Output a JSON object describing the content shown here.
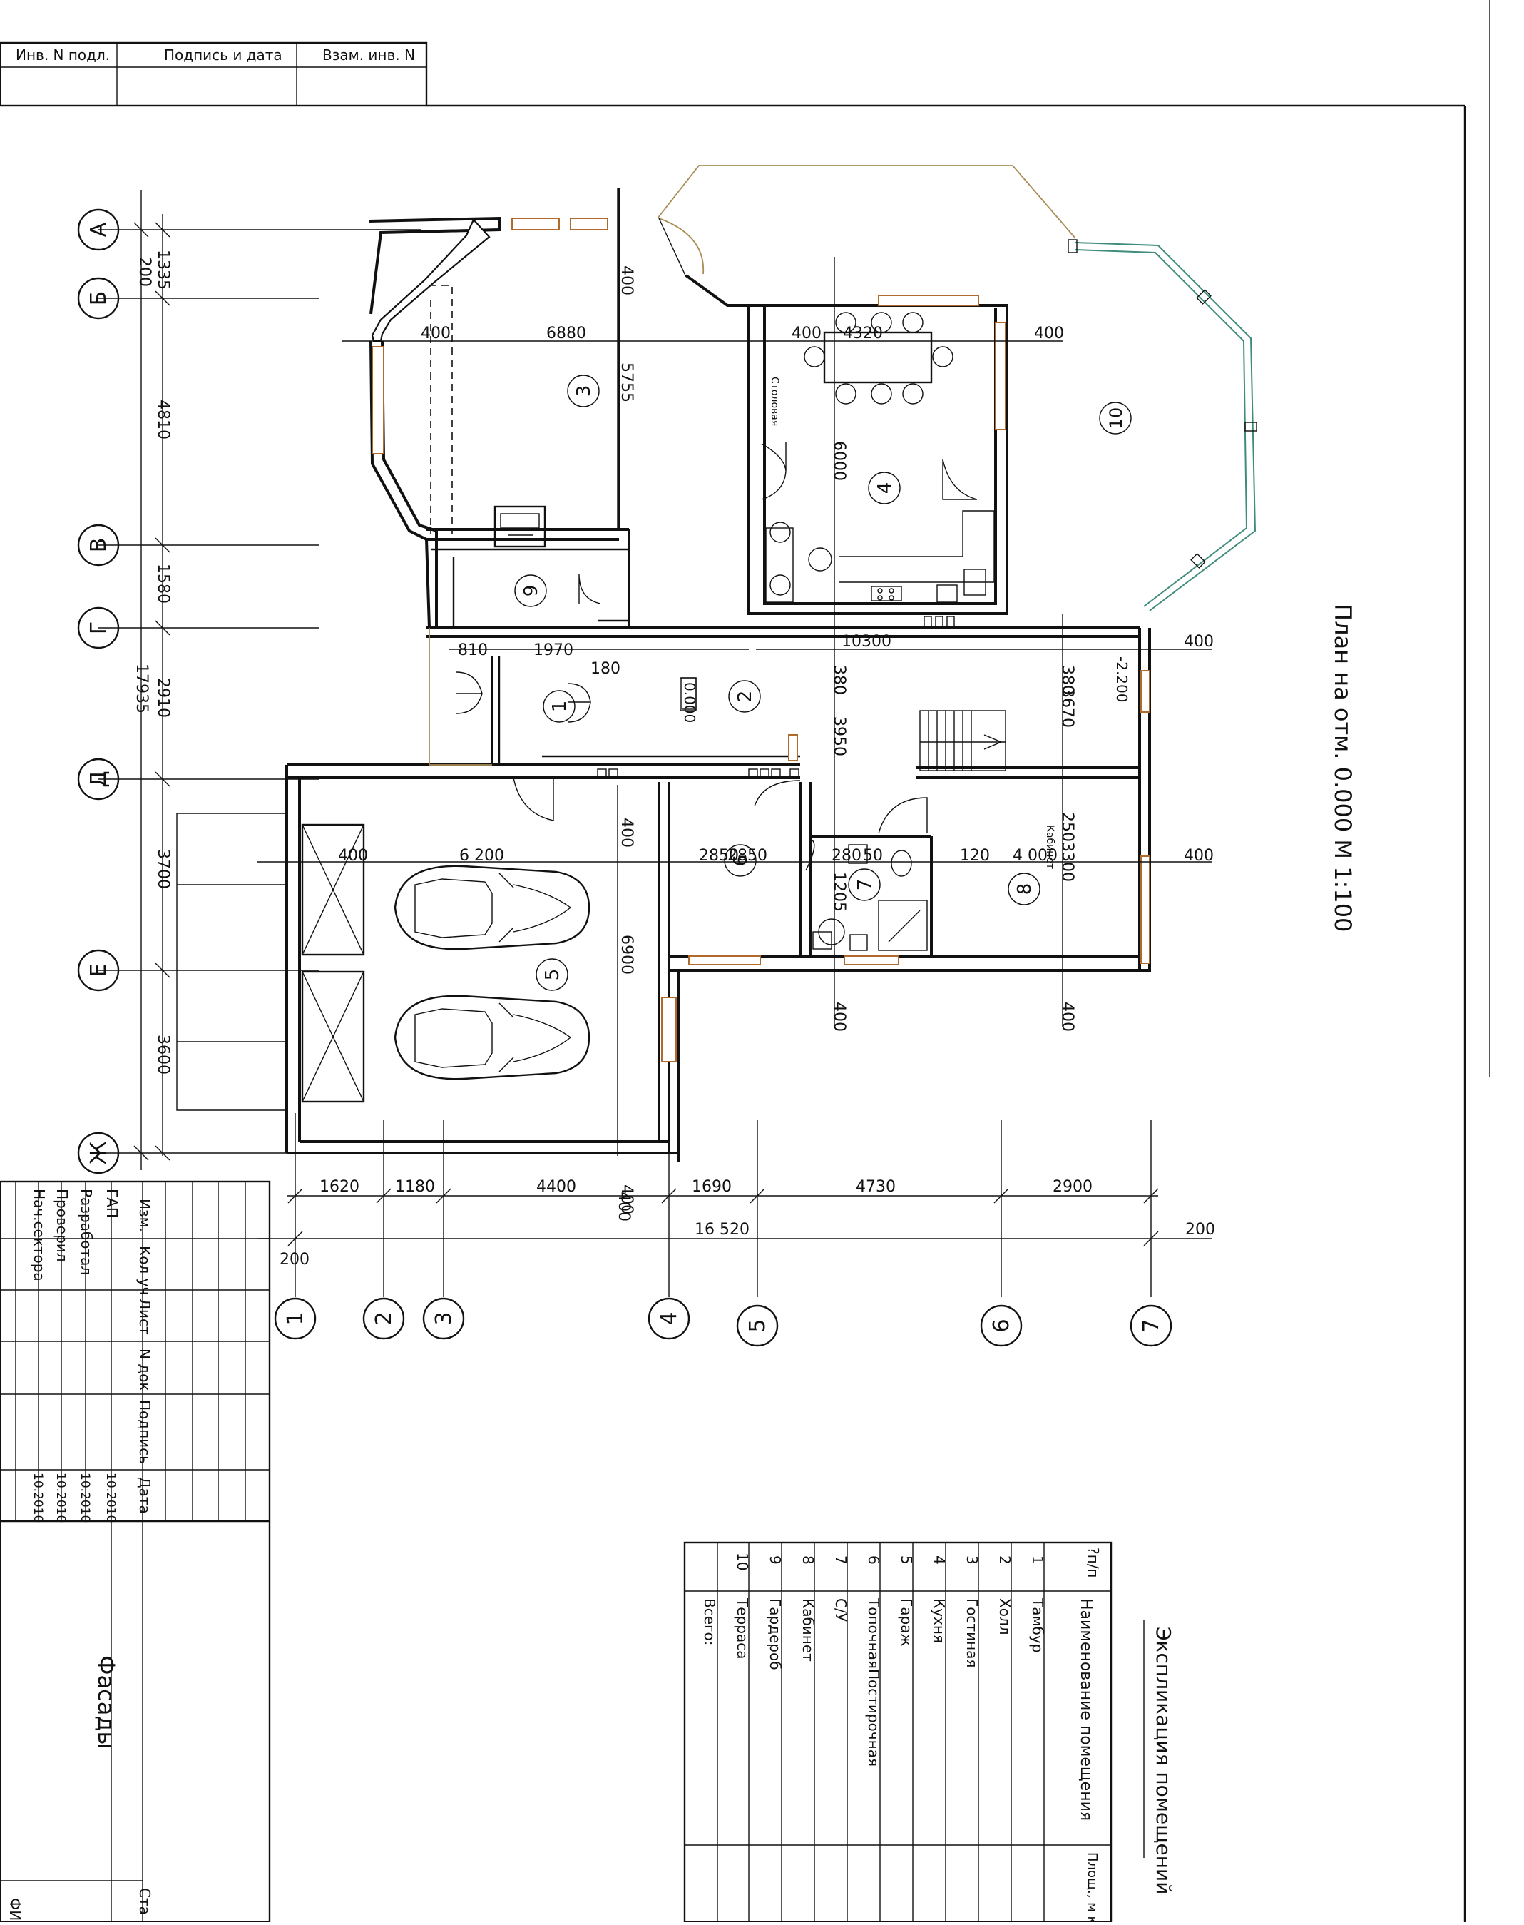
{
  "stamp_top": {
    "c1": "Инв. N подл.",
    "c2": "Подпись и дата",
    "c3": "Взам. инв. N"
  },
  "plan_title": "План на отм. 0.000 М 1:100",
  "grid_letters": [
    "А",
    "Б",
    "В",
    "Г",
    "Д",
    "Е",
    "Ж"
  ],
  "grid_numbers": [
    "1",
    "2",
    "3",
    "4",
    "5",
    "6",
    "7"
  ],
  "left_dims": [
    "1335",
    "200",
    "4810",
    "1580",
    "17935",
    "2910",
    "3700",
    "3600"
  ],
  "bottom_dims": [
    "1620",
    "1180",
    "4400",
    "1690",
    "4730",
    "2900",
    "16 520",
    "200",
    "200",
    "400"
  ],
  "interior_dims": [
    "400",
    "6880",
    "5755",
    "400",
    "4320",
    "400",
    "400",
    "6000",
    "10300",
    "400",
    "810",
    "1970",
    "180",
    "380",
    "3950",
    "380",
    "3670",
    "400",
    "6 200",
    "400",
    "2850",
    "280",
    "50",
    "2850",
    "120",
    "4 000",
    "250",
    "3300",
    "400",
    "1205",
    "6900",
    "400",
    "400",
    "400",
    "-2.200",
    "0.000"
  ],
  "room_numbers": [
    "1",
    "2",
    "3",
    "4",
    "5",
    "6",
    "7",
    "8",
    "9",
    "10"
  ],
  "room_labels": {
    "dining": "Столовая",
    "study": "Кабинет"
  },
  "title_block": {
    "headers": [
      "Изм.",
      "Кол уч",
      "Лист",
      "N док",
      "Подпись",
      "Дата"
    ],
    "roles": [
      "ГАП",
      "Разработал",
      "Проверил",
      "Нач.сектора"
    ],
    "dates": [
      "10.2010",
      "10.2010",
      "10.2010",
      "10.2010"
    ],
    "sheet_title": "Фасады",
    "stage_short": "Ста",
    "bottom_short": "ФИП"
  },
  "schedule": {
    "title": "Экспликация помещений",
    "headers": {
      "num": "?п/п",
      "name": "Наименование помещения",
      "area": "Площ., м кв."
    },
    "rows": [
      {
        "n": "1",
        "name": "Тамбур"
      },
      {
        "n": "2",
        "name": "Холл"
      },
      {
        "n": "3",
        "name": "Гостиная"
      },
      {
        "n": "4",
        "name": "Кухня"
      },
      {
        "n": "5",
        "name": "Гараж"
      },
      {
        "n": "6",
        "name": "ТопочнаяПостирочная"
      },
      {
        "n": "7",
        "name": "С/У"
      },
      {
        "n": "8",
        "name": "Кабинет"
      },
      {
        "n": "9",
        "name": "Гардероб"
      },
      {
        "n": "10",
        "name": "Терраса"
      }
    ],
    "total": "Всего:"
  }
}
